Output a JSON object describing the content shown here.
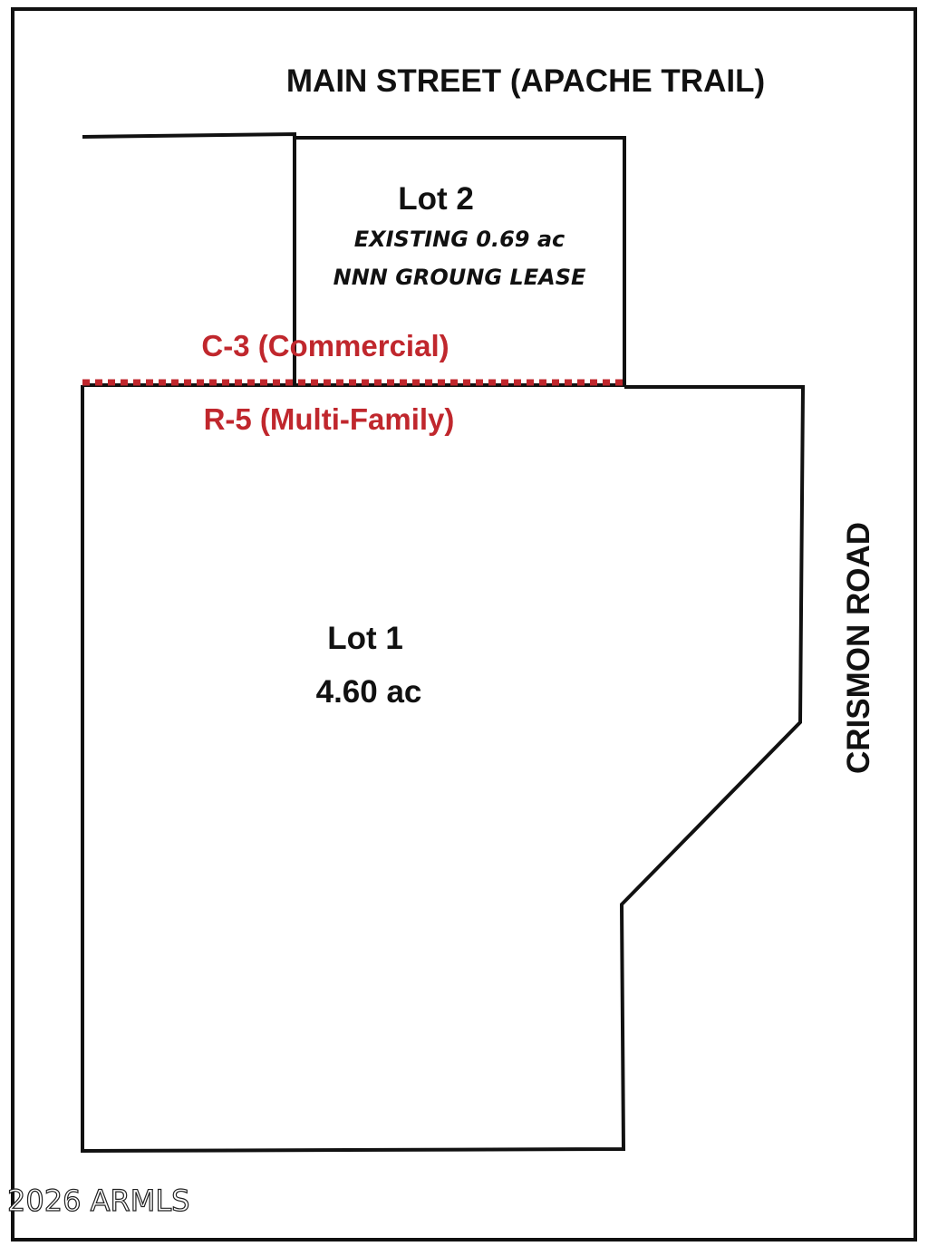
{
  "streets": {
    "north": "MAIN STREET (APACHE TRAIL)",
    "east": "CRISMON ROAD"
  },
  "lots": {
    "lot2": {
      "name": "Lot 2",
      "note_line1": "EXISTING 0.69 ac",
      "note_line2": "NNN GROUNG LEASE"
    },
    "lot1": {
      "name": "Lot 1",
      "area": "4.60 ac"
    }
  },
  "zoning": {
    "upper": "C-3 (Commercial)",
    "lower": "R-5 (Multi-Family)",
    "color": "#c0272d"
  },
  "watermark": "2026 ARMLS"
}
